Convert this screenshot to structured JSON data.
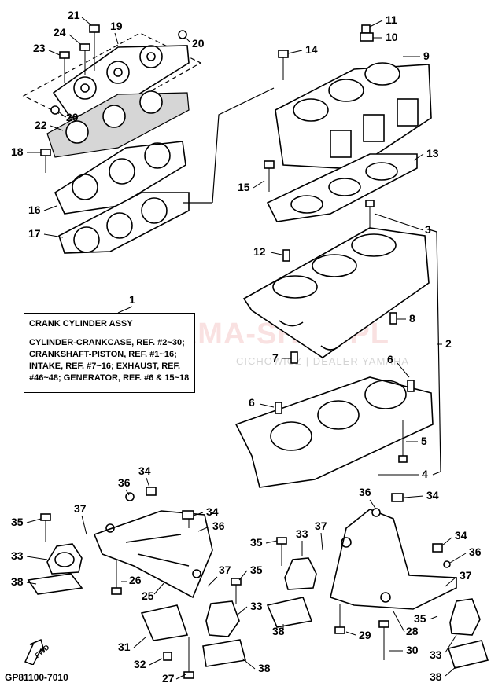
{
  "figure_code": "GP81100-7010",
  "watermark": {
    "main": "YAMA-SHOP.PL",
    "sub": "CICHOWICZ | DEALER YAMAHA"
  },
  "fwd_label": "FWD",
  "assy_box": {
    "title": "CRANK CYLINDER ASSY",
    "description": "CYLINDER-CRANKCASE, REF. #2~30;\nCRANKSHAFT-PISTON, REF. #1~16;\nINTAKE, REF. #7~16; EXHAUST, REF.\n#46~48; GENERATOR, REF. #6 & 15~18"
  },
  "callouts": {
    "c1": "1",
    "c2": "2",
    "c3": "3",
    "c4": "4",
    "c5": "5",
    "c6a": "6",
    "c6b": "6",
    "c7": "7",
    "c8": "8",
    "c9": "9",
    "c10": "10",
    "c11": "11",
    "c12": "12",
    "c13": "13",
    "c14": "14",
    "c15": "15",
    "c16": "16",
    "c17": "17",
    "c18": "18",
    "c19": "19",
    "c20a": "20",
    "c20b": "20",
    "c21": "21",
    "c22": "22",
    "c23": "23",
    "c24": "24",
    "c25": "25",
    "c26": "26",
    "c27": "27",
    "c28": "28",
    "c29": "29",
    "c30": "30",
    "c31": "31",
    "c32": "32",
    "c33a": "33",
    "c33b": "33",
    "c33c": "33",
    "c33d": "33",
    "c34a": "34",
    "c34b": "34",
    "c34c": "34",
    "c34d": "34",
    "c35a": "35",
    "c35b": "35",
    "c35c": "35",
    "c35d": "35",
    "c36a": "36",
    "c36b": "36",
    "c36c": "36",
    "c36d": "36",
    "c37a": "37",
    "c37b": "37",
    "c37c": "37",
    "c37d": "37",
    "c38a": "38",
    "c38b": "38",
    "c38c": "38",
    "c38d": "38"
  }
}
